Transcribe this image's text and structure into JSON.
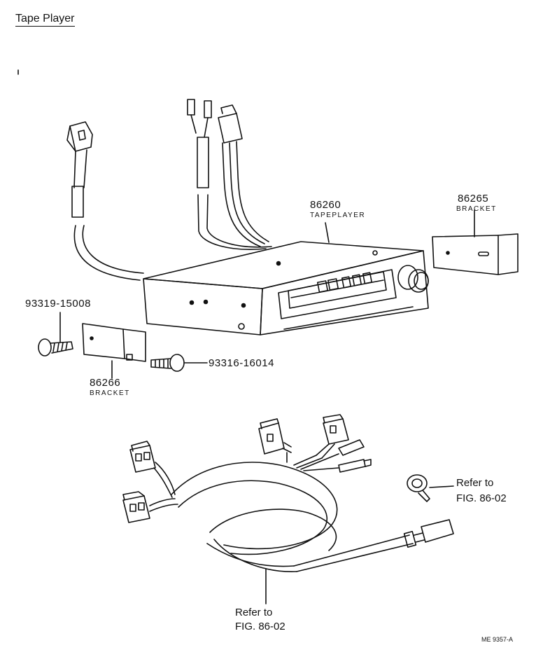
{
  "title": "Tape Player",
  "parts": [
    {
      "number": "86260",
      "name": "TAPEPLAYER"
    },
    {
      "number": "86265",
      "name": "BRACKET"
    },
    {
      "number": "86266",
      "name": "BRACKET"
    },
    {
      "number": "93319-15008",
      "name": ""
    },
    {
      "number": "93316-16014",
      "name": ""
    }
  ],
  "references": {
    "clamp": [
      "Refer to",
      "FIG. 86-02"
    ],
    "harness": [
      "Refer to",
      "FIG. 86-02"
    ]
  },
  "figure_code": "ME 9357-A"
}
